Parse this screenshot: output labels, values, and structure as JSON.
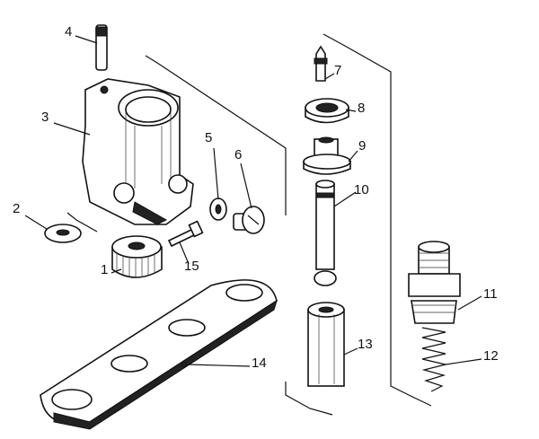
{
  "diagram": {
    "type": "exploded parts drawing",
    "callouts": [
      {
        "id": "callout-1",
        "label": "1"
      },
      {
        "id": "callout-2",
        "label": "2"
      },
      {
        "id": "callout-3",
        "label": "3"
      },
      {
        "id": "callout-4",
        "label": "4"
      },
      {
        "id": "callout-5",
        "label": "5"
      },
      {
        "id": "callout-6",
        "label": "6"
      },
      {
        "id": "callout-7",
        "label": "7"
      },
      {
        "id": "callout-8",
        "label": "8"
      },
      {
        "id": "callout-9",
        "label": "9"
      },
      {
        "id": "callout-10",
        "label": "10"
      },
      {
        "id": "callout-11",
        "label": "11"
      },
      {
        "id": "callout-12",
        "label": "12"
      },
      {
        "id": "callout-13",
        "label": "13"
      },
      {
        "id": "callout-14",
        "label": "14"
      },
      {
        "id": "callout-15",
        "label": "15"
      }
    ]
  }
}
